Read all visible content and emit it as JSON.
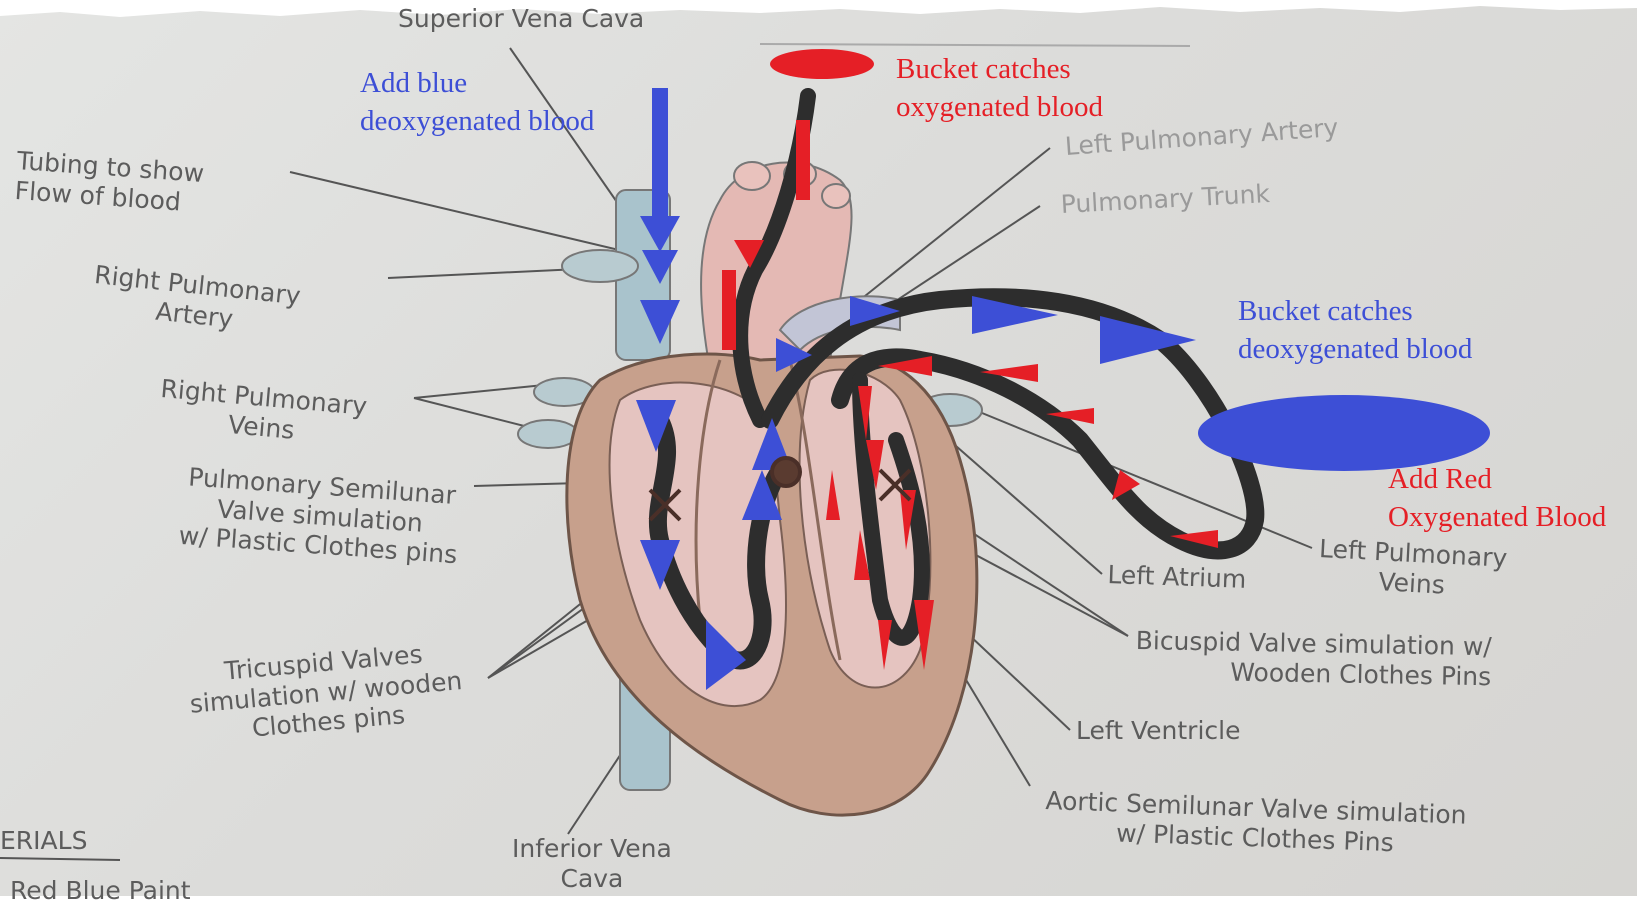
{
  "colors": {
    "deoxygenated": "#3d4fd6",
    "oxygenated": "#e51f26",
    "tubing": "#2d2d2d",
    "heart_muscle": "#c7a08c",
    "vena_cava": "#a9c3cc"
  },
  "annotations": {
    "add_blue": "Add blue\ndeoxygenated blood",
    "bucket_oxygenated": "Bucket catches\noxygenated blood",
    "bucket_deoxygenated": "Bucket catches\ndeoxygenated blood",
    "add_red": "Add Red\nOxygenated Blood"
  },
  "labels": {
    "superior_vena_cava": "Superior Vena Cava",
    "tubing": "Tubing to show\nFlow of blood",
    "right_pulmonary_artery": "Right Pulmonary\nArtery",
    "right_pulmonary_veins": "Right Pulmonary\nVeins",
    "pulmonary_semilunar": "Pulmonary Semilunar\nValve simulation\nw/ Plastic Clothes pins",
    "tricuspid": "Tricuspid Valves\nsimulation w/ wooden\nClothes pins",
    "left_pulmonary_artery": "Left Pulmonary Artery",
    "pulmonary_trunk": "Pulmonary Trunk",
    "left_atrium": "Left Atrium",
    "left_pulmonary_veins": "Left Pulmonary\nVeins",
    "bicuspid": "Bicuspid Valve simulation w/\nWooden Clothes Pins",
    "left_ventricle": "Left Ventricle",
    "aortic_semilunar": "Aortic Semilunar Valve simulation\nw/ Plastic Clothes Pins",
    "inferior_vena_cava": "Inferior Vena\nCava",
    "materials_fragment": "ERIALS",
    "bottom_fragment": "Red Blue Paint"
  }
}
